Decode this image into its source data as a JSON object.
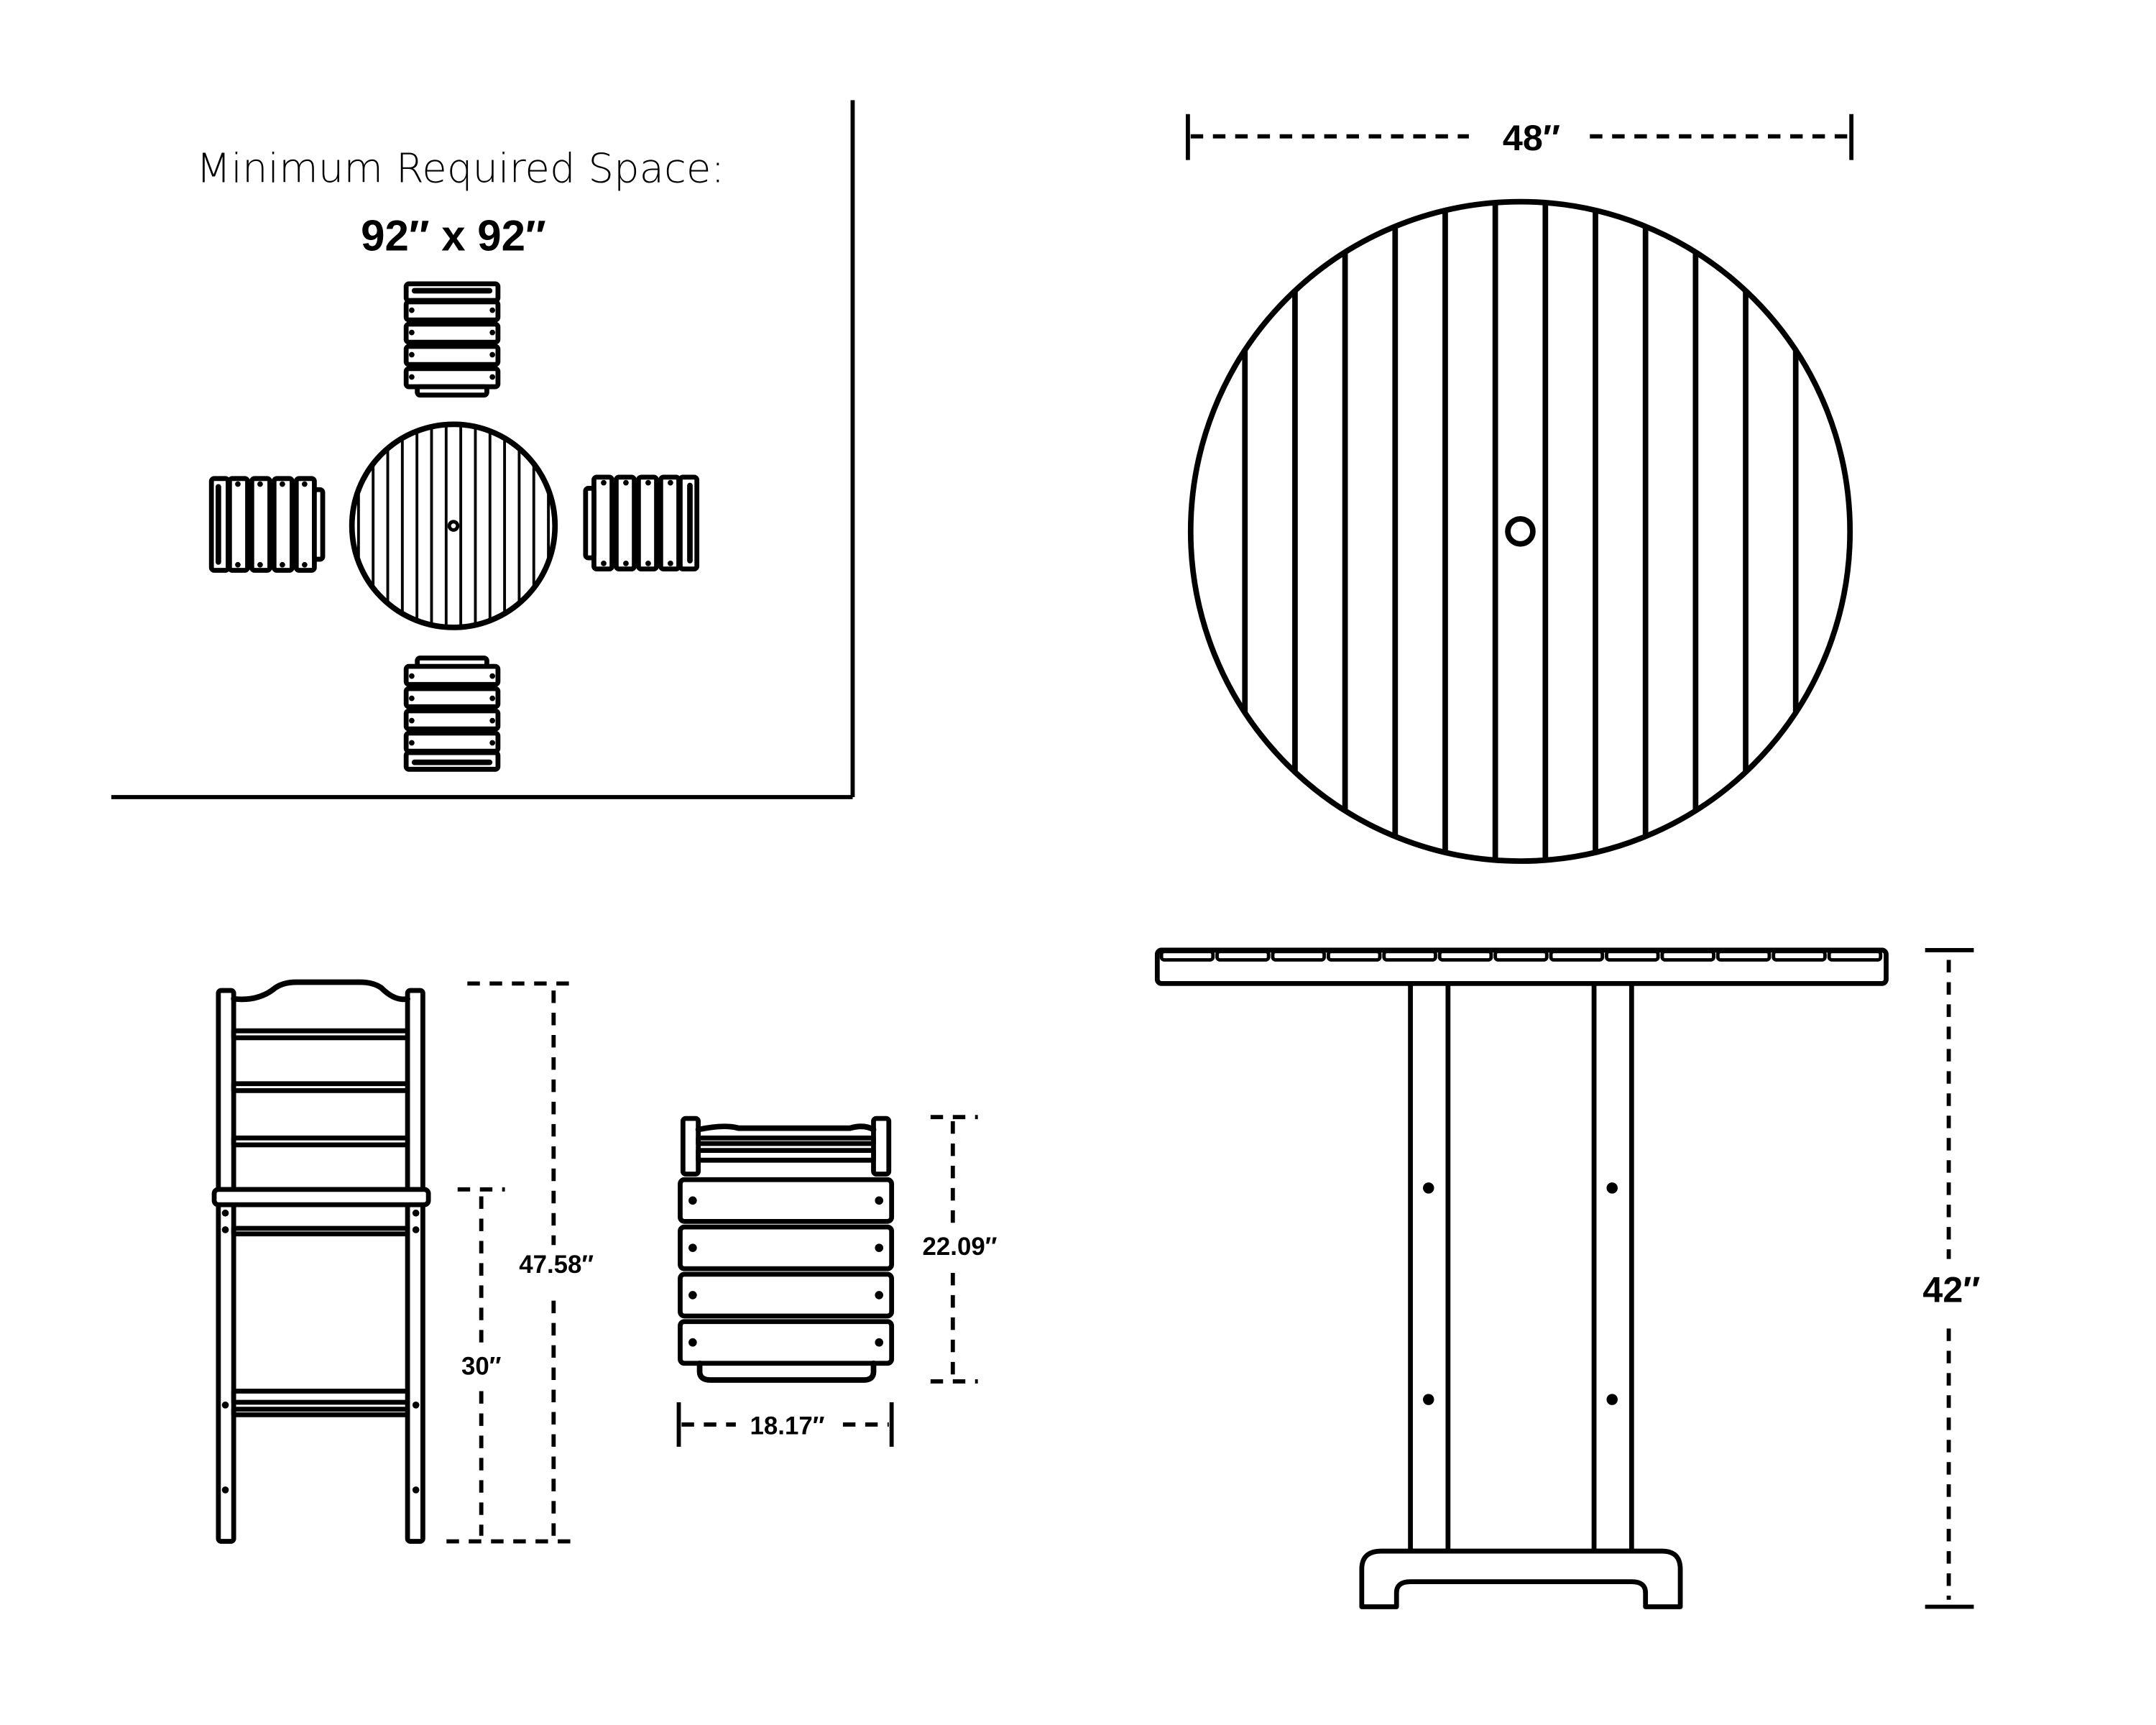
{
  "space_panel": {
    "title": "Minimum Required Space:",
    "size": "92″ x 92″"
  },
  "dimensions": {
    "table_diameter": "48″",
    "table_height": "42″",
    "chair_height": "47.58″",
    "seat_height": "30″",
    "chair_depth": "22.09″",
    "chair_width": "18.17″"
  },
  "colors": {
    "line": "#000000",
    "background": "#ffffff"
  }
}
